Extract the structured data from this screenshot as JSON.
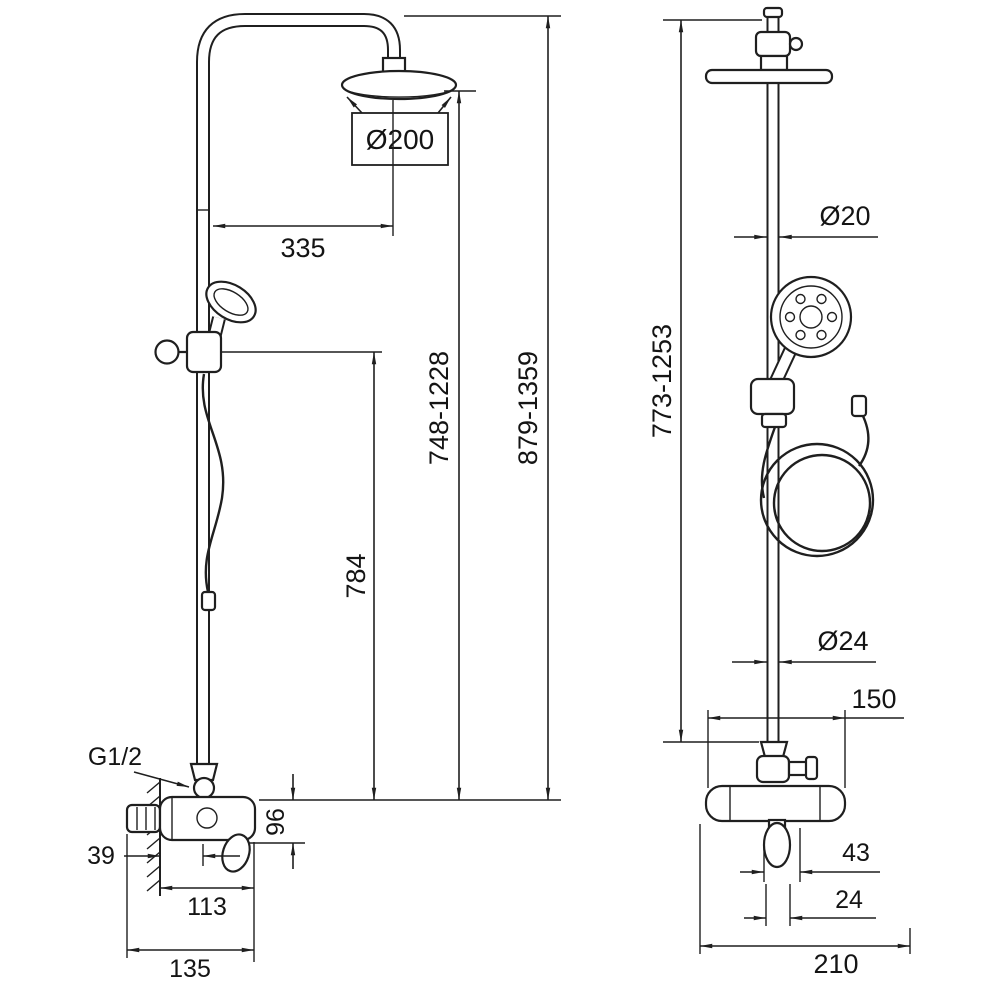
{
  "colors": {
    "background": "#ffffff",
    "line": "#1f1f1f"
  },
  "front_view": {
    "head_diameter": "Ø200",
    "horizontal_reach": "335",
    "total_height_range": "879-1359",
    "head_height_range": "748-1228",
    "handset_holder_height": "784",
    "mixer_body_height": "96",
    "connection_thread": "G1/2",
    "wall_distance": "39",
    "mixer_depth": "113",
    "mixer_overall_depth": "135"
  },
  "side_view": {
    "column_diameter": "Ø20",
    "column_height_range": "773-1253",
    "lower_column_diameter": "Ø24",
    "connection_span": "150",
    "handle_width": "43",
    "handle_offset": "24",
    "overall_width": "210"
  }
}
